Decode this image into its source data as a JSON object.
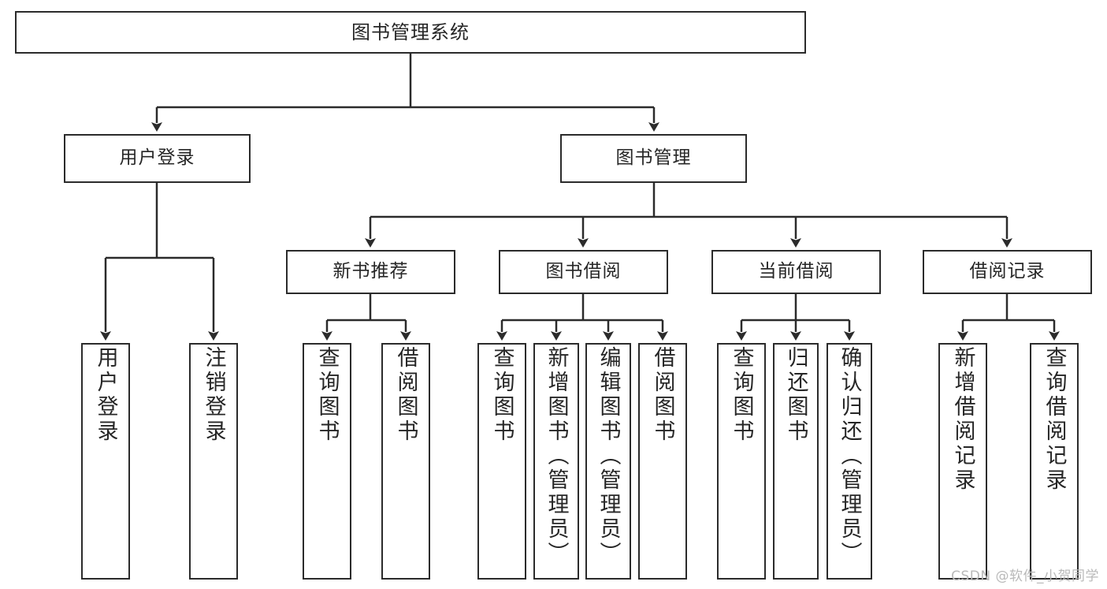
{
  "diagram": {
    "type": "tree-hierarchy",
    "title": "图书管理系统",
    "watermark": "CSDN @软件_小贺同学",
    "colors": {
      "stroke": "#2b2b2b",
      "node_fill": "#ffffff",
      "text": "#262626",
      "background": "#ffffff",
      "watermark": "#b9b9b9"
    },
    "levels": [
      {
        "level": 1,
        "nodes": [
          {
            "id": "root",
            "label": "图书管理系统",
            "orientation": "horizontal"
          }
        ]
      },
      {
        "level": 2,
        "nodes": [
          {
            "id": "login",
            "label": "用户登录",
            "orientation": "horizontal",
            "parent": "root"
          },
          {
            "id": "bookmgmt",
            "label": "图书管理",
            "orientation": "horizontal",
            "parent": "root"
          }
        ]
      },
      {
        "level": 3,
        "nodes": [
          {
            "id": "newbook",
            "label": "新书推荐",
            "orientation": "horizontal",
            "parent": "bookmgmt"
          },
          {
            "id": "borrow",
            "label": "图书借阅",
            "orientation": "horizontal",
            "parent": "bookmgmt"
          },
          {
            "id": "current",
            "label": "当前借阅",
            "orientation": "horizontal",
            "parent": "bookmgmt"
          },
          {
            "id": "records",
            "label": "借阅记录",
            "orientation": "horizontal",
            "parent": "bookmgmt"
          }
        ]
      },
      {
        "level": 4,
        "nodes": [
          {
            "id": "leaf1",
            "label": "用户登录",
            "orientation": "vertical",
            "parent": "login"
          },
          {
            "id": "leaf2",
            "label": "注销登录",
            "orientation": "vertical",
            "parent": "login"
          },
          {
            "id": "leaf3",
            "label": "查询图书",
            "orientation": "vertical",
            "parent": "newbook"
          },
          {
            "id": "leaf4",
            "label": "借阅图书",
            "orientation": "vertical",
            "parent": "newbook"
          },
          {
            "id": "leaf5",
            "label": "查询图书",
            "orientation": "vertical",
            "parent": "borrow"
          },
          {
            "id": "leaf6",
            "label": "新增图书（管理员）",
            "orientation": "vertical",
            "parent": "borrow"
          },
          {
            "id": "leaf7",
            "label": "编辑图书（管理员）",
            "orientation": "vertical",
            "parent": "borrow"
          },
          {
            "id": "leaf8",
            "label": "借阅图书",
            "orientation": "vertical",
            "parent": "borrow"
          },
          {
            "id": "leaf9",
            "label": "查询图书",
            "orientation": "vertical",
            "parent": "current"
          },
          {
            "id": "leaf10",
            "label": "归还图书",
            "orientation": "vertical",
            "parent": "current"
          },
          {
            "id": "leaf11",
            "label": "确认归还（管理员）",
            "orientation": "vertical",
            "parent": "current"
          },
          {
            "id": "leaf12",
            "label": "新增借阅记录",
            "orientation": "vertical",
            "parent": "records"
          },
          {
            "id": "leaf13",
            "label": "查询借阅记录",
            "orientation": "vertical",
            "parent": "records"
          }
        ]
      }
    ]
  }
}
